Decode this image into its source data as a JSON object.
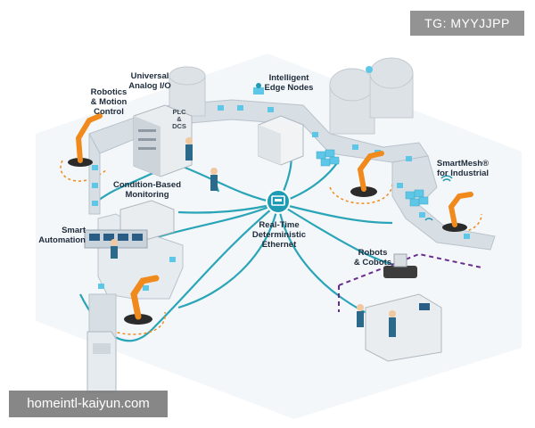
{
  "labels": {
    "universal_io": "Universal\nAnalog I/O",
    "edge_nodes": "Intelligent\nEdge Nodes",
    "robotics": "Robotics\n& Motion\nControl",
    "condition": "Condition-Based\nMonitoring",
    "smart_automation": "Smart\nAutomation",
    "ethernet": "Real-Time\nDeterministic\nEthernet",
    "smartmesh": "SmartMesh®\nfor Industrial",
    "robots_cobots": "Robots\n& Cobots",
    "plc_dcs": "PLC\n&\nDCS"
  },
  "watermarks": {
    "tg": "TG: MYYJJPP",
    "site": "homeintl-kaiyun.com"
  },
  "colors": {
    "network_line": "#2aa5b8",
    "hub": "#1f9bb3",
    "conveyor": "#d7dee4",
    "conveyor_edge": "#b9c3cc",
    "box": "#5ec7e8",
    "robot_arm": "#f08a1c",
    "robot_base": "#2b2b2b",
    "dashed_orange": "#f08a1c",
    "dashed_purple": "#6a2c8c",
    "tank": "#dde2e6"
  },
  "icons": [
    "ethernet-hub-icon",
    "wifi-icon",
    "robot-arm-icon",
    "person-icon",
    "tank-icon",
    "cabinet-icon"
  ]
}
